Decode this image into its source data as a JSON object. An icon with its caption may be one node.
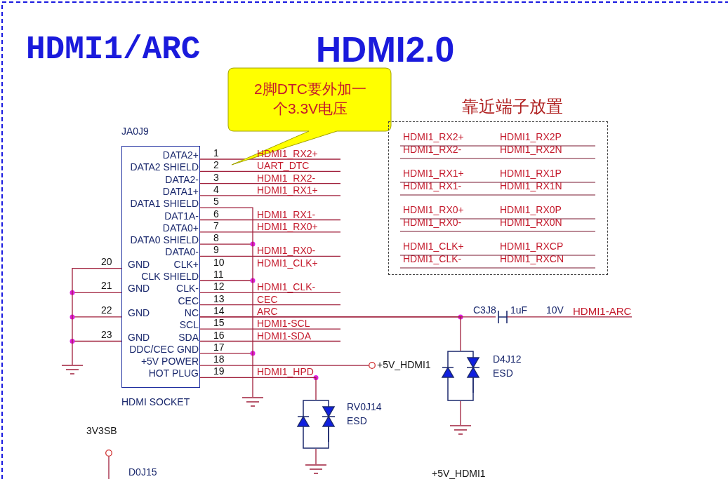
{
  "diagram": {
    "title": "HDMI1/ARC",
    "nodes": [
      {
        "text": [
          "2脚DTC要外加一个3.3V电压"
        ]
      },
      {
        "text": [
          "JA0J9",
          "DATA2+",
          "DATA2 SHIELD",
          "DATA2-",
          "DATA1+",
          "DATA1 SHIELD",
          "DAT1A-",
          "DATA0+",
          "DATA0 SHIELD",
          "DATA0-",
          "GND",
          "CLK+",
          "CLK SHIELD",
          "GND",
          "CLK-",
          "CEC",
          "GND",
          "NC",
          "SCL",
          "GND",
          "SDA",
          "DDC/CEC GND",
          "+5V POWER",
          "HOT PLUG",
          "HDMI SOCKET"
        ]
      },
      {
        "text": [
          "靠近端子放置",
          "HDMI1_RX2+",
          "HDMI1_RX2P",
          "HDMI1_RX2-",
          "HDMI1_RX2N",
          "HDMI1_RX1+",
          "HDMI1_RX1P",
          "HDMI1_RX1-",
          "HDMI1_RX1N",
          "HDMI1_RX0+",
          "HDMI1_RX0P",
          "HDMI1_RX0-",
          "HDMI1_RX0N",
          "HDMI1_CLK+",
          "HDMI1_RXCP",
          "HDMI1_CLK-",
          "HDMI1_RXCN"
        ]
      },
      {
        "text": [],
        "shape": "capacitor",
        "beside": [
          "C3J8",
          "1uF",
          "10V"
        ]
      },
      {
        "text": [],
        "shape": "diode",
        "beside": [
          "D4J12",
          "ESD"
        ]
      },
      {
        "text": [],
        "shape": "diode",
        "beside": [
          "RV0J14",
          "ESD"
        ]
      },
      {
        "text": [],
        "shape": "ground"
      },
      {
        "text": [],
        "shape": "ground"
      },
      {
        "text": [],
        "shape": "ground"
      },
      {
        "text": [],
        "shape": "ground"
      },
      {
        "text": [],
        "shape": "circle",
        "beside": [
          "+5V_HDMI1"
        ]
      },
      {
        "text": [],
        "shape": "circle",
        "beside": [
          "3V3SB"
        ]
      }
    ],
    "edges": [
      {
        "from": 1,
        "to": 3,
        "arrow": "none"
      },
      {
        "from": 1,
        "to": 4,
        "arrow": "none"
      },
      {
        "from": 1,
        "to": 5,
        "arrow": "none"
      },
      {
        "from": 1,
        "to": 6,
        "arrow": "none"
      },
      {
        "from": 1,
        "to": 7,
        "arrow": "none"
      },
      {
        "from": 5,
        "to": 8,
        "arrow": "none"
      },
      {
        "from": 4,
        "to": 9,
        "arrow": "none"
      },
      {
        "from": 1,
        "to": 10,
        "arrow": "none"
      },
      {
        "from": 11,
        "to": null,
        "arrow": "none"
      }
    ],
    "labels": [
      "HDMI2.0",
      "1",
      "2",
      "3",
      "4",
      "5",
      "6",
      "7",
      "8",
      "9",
      "10",
      "11",
      "12",
      "13",
      "14",
      "15",
      "16",
      "17",
      "18",
      "19",
      "20",
      "21",
      "22",
      "23",
      "HDMI1_RX2+",
      "UART_DTC",
      "HDMI1_RX2-",
      "HDMI1_RX1+",
      "HDMI1_RX1-",
      "HDMI1_RX0+",
      "HDMI1_RX0-",
      "HDMI1_CLK+",
      "HDMI1_CLK-",
      "CEC",
      "ARC",
      "HDMI1-SCL",
      "HDMI1-SDA",
      "HDMI1_HPD",
      "HDMI1-ARC",
      "+5V_HDMI1",
      "D0J15"
    ]
  }
}
